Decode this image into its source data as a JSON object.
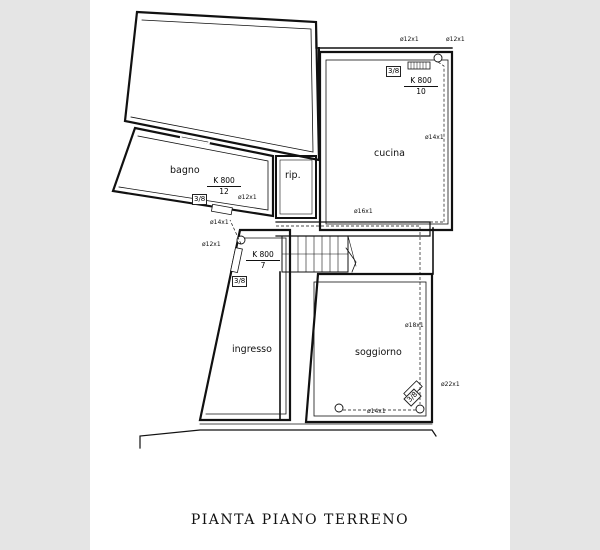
{
  "title": "PIANTA PIANO TERRENO",
  "rooms": {
    "bagno": "bagno",
    "rip": "rip.",
    "cucina": "cucina",
    "ingresso": "ingresso",
    "soggiorno": "soggiorno"
  },
  "radiators": {
    "cucina": {
      "k": "K 800",
      "n": "10",
      "box": "3/8"
    },
    "bagno": {
      "k": "K 800",
      "n": "12",
      "box": "3/8"
    },
    "ingresso": {
      "k": "K 800",
      "n": "7",
      "box": "3/8"
    },
    "soggiorno": {
      "box": "3/8"
    }
  },
  "pipes": {
    "p1": "ø12x1",
    "p2": "ø12x1",
    "p3": "ø14x1",
    "p4": "ø16x1",
    "p5": "ø12x1",
    "p6": "ø14x1",
    "p7": "ø12x1",
    "p8": "ø18x1",
    "p9": "ø22x1",
    "p10": "ø14x1"
  }
}
